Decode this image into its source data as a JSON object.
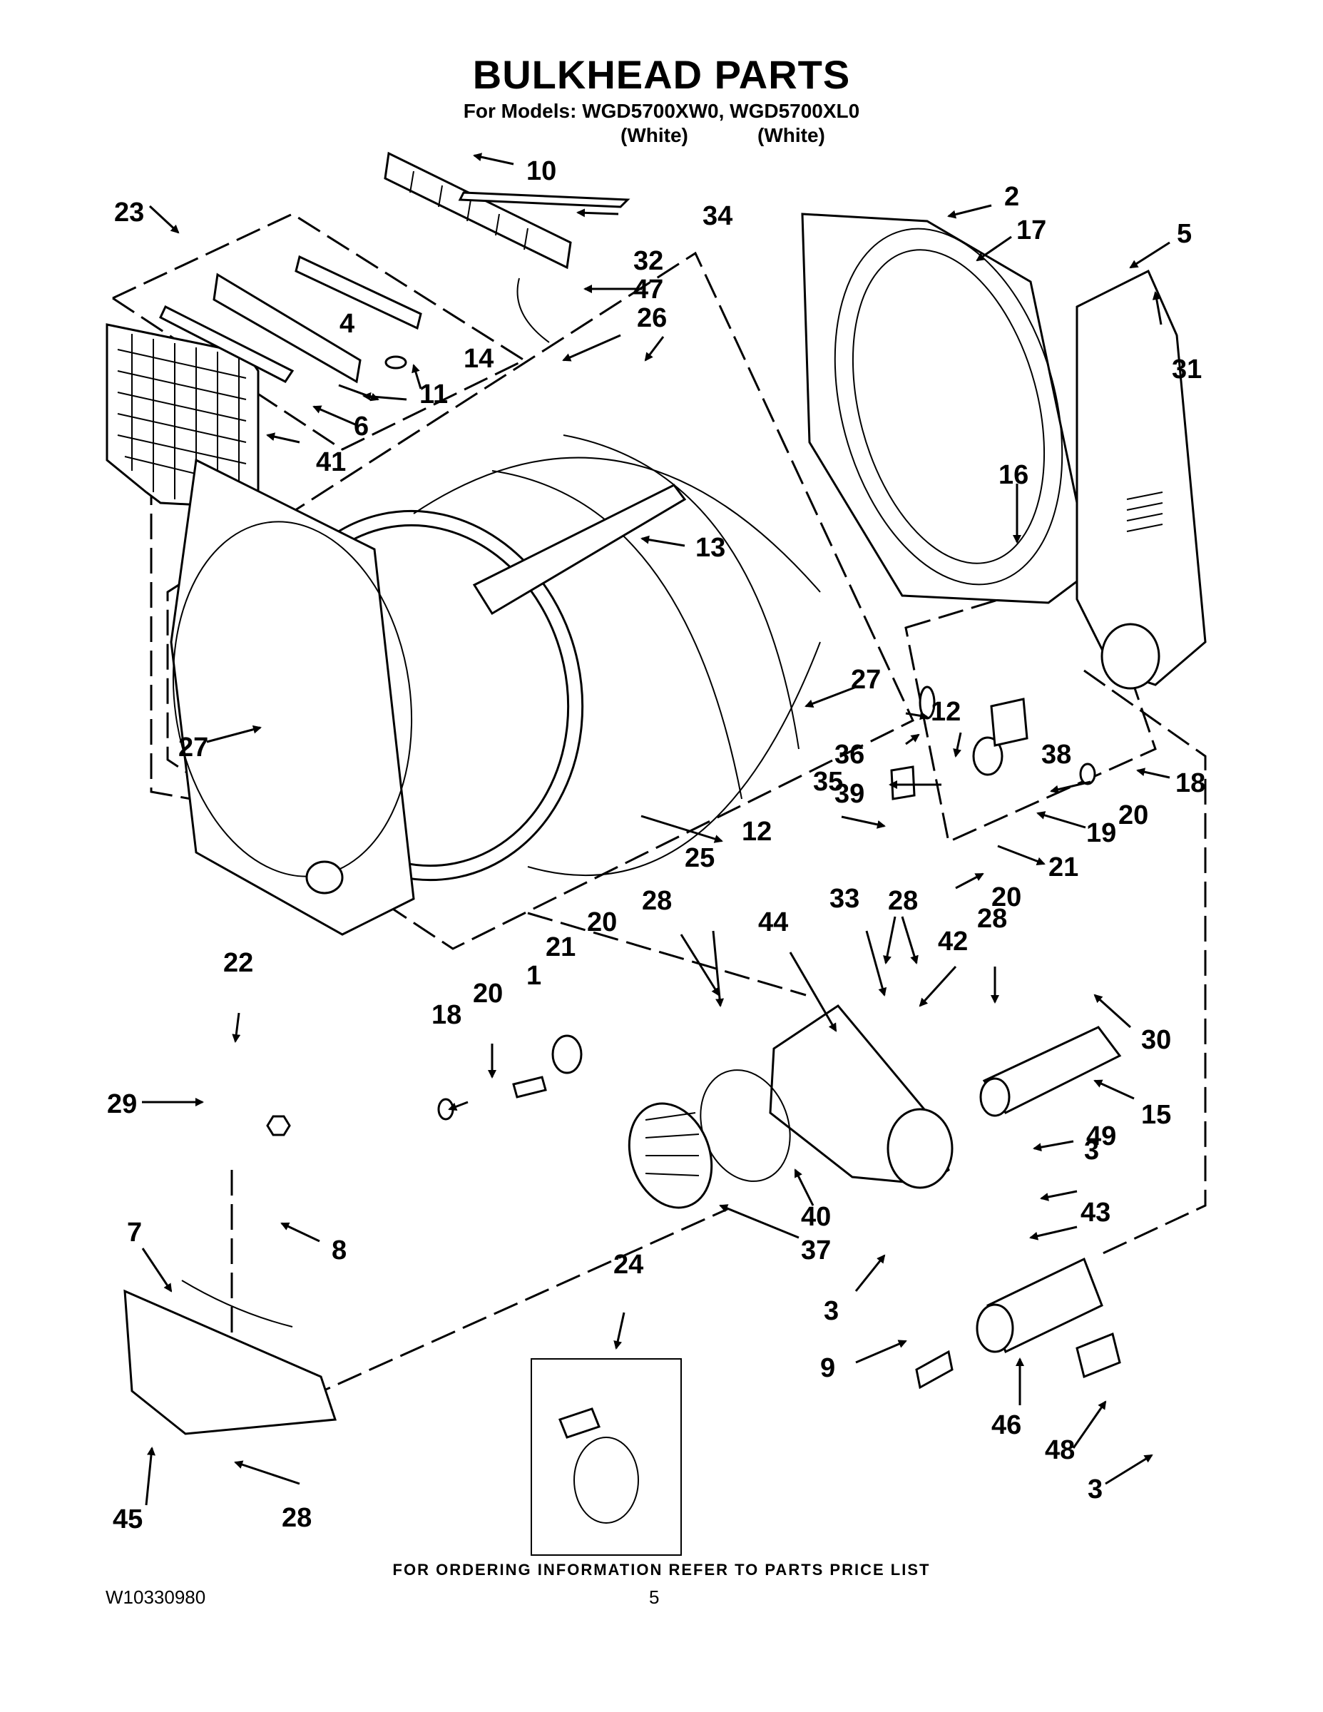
{
  "header": {
    "title": "BULKHEAD PARTS",
    "models_line": "For Models: WGD5700XW0, WGD5700XL0",
    "color_1": "(White)",
    "color_2": "(White)"
  },
  "callouts": [
    "1",
    "2",
    "3",
    "4",
    "5",
    "6",
    "7",
    "8",
    "9",
    "10",
    "11",
    "12",
    "13",
    "14",
    "15",
    "16",
    "17",
    "18",
    "19",
    "20",
    "21",
    "22",
    "23",
    "24",
    "25",
    "26",
    "27",
    "28",
    "29",
    "30",
    "31",
    "32",
    "33",
    "34",
    "35",
    "36",
    "37",
    "38",
    "39",
    "40",
    "41",
    "42",
    "43",
    "44",
    "45",
    "46",
    "47",
    "48",
    "49"
  ],
  "footer": {
    "ordering_note": "FOR ORDERING INFORMATION REFER TO PARTS PRICE LIST",
    "doc_number": "W10330980",
    "page_number": "5"
  }
}
